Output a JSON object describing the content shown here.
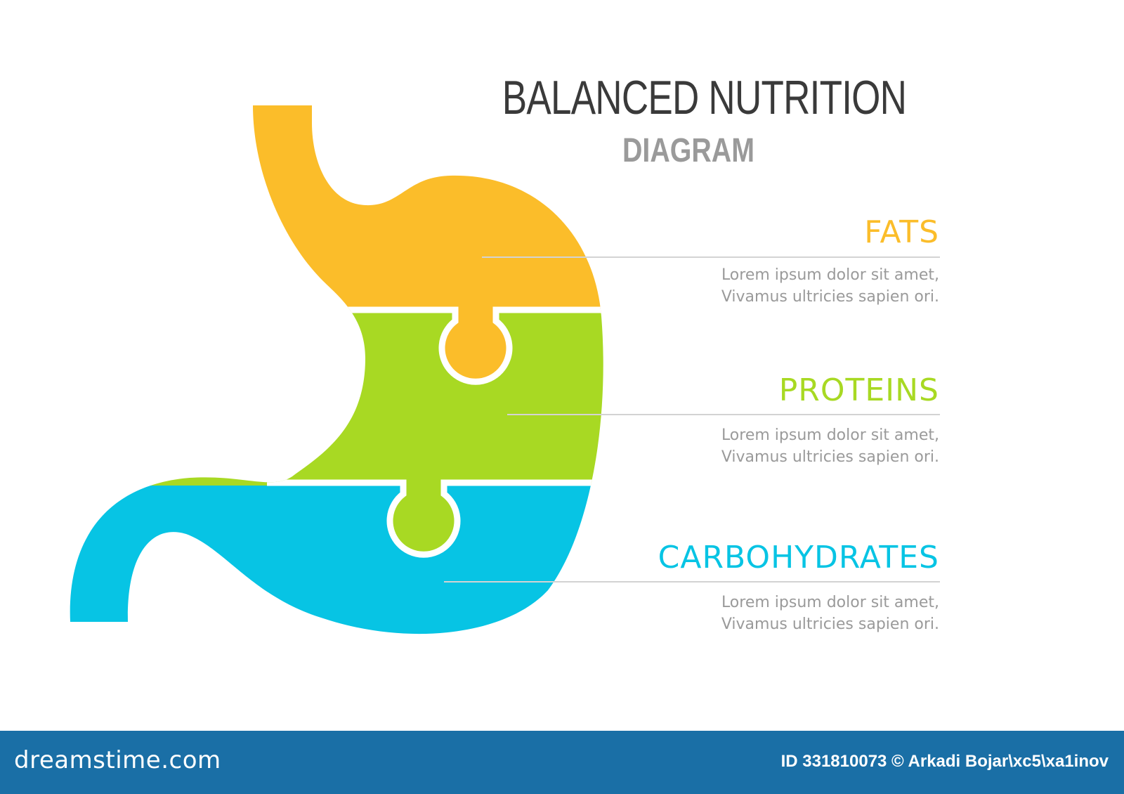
{
  "header": {
    "title": "BALANCED NUTRITION",
    "subtitle": "DIAGRAM"
  },
  "segments": [
    {
      "label": "FATS",
      "color": "#fbbd2a",
      "description_line1": "Lorem ipsum dolor sit amet,",
      "description_line2": "Vivamus ultricies sapien ori."
    },
    {
      "label": "PROTEINS",
      "color": "#a8d923",
      "description_line1": "Lorem ipsum dolor sit amet,",
      "description_line2": "Vivamus ultricies sapien ori."
    },
    {
      "label": "CARBOHYDRATES",
      "color": "#07c4e4",
      "description_line1": "Lorem ipsum dolor sit amet,",
      "description_line2": "Vivamus ultricies sapien ori."
    }
  ],
  "footer": {
    "brand": "dreamstime.com",
    "credit": "ID 331810073 © Arkadi Bojar\\xc5\\xa1inov",
    "color": "#1a6fa6"
  }
}
